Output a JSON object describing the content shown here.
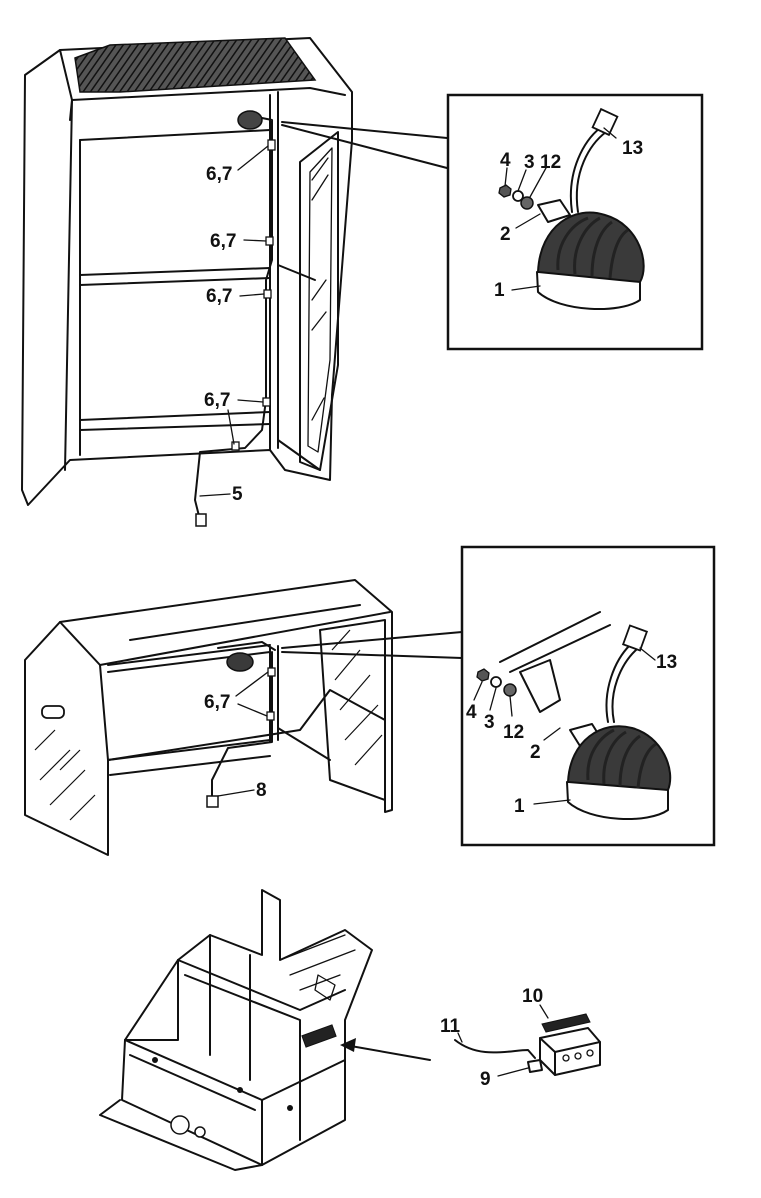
{
  "top_view": {
    "callouts": [
      "6,7",
      "6,7",
      "6,7",
      "6,7",
      "5"
    ],
    "detail": {
      "labels": [
        "4",
        "3",
        "12",
        "13",
        "2",
        "1"
      ]
    }
  },
  "middle_view": {
    "callouts": [
      "6,7",
      "8"
    ],
    "detail": {
      "labels": [
        "4",
        "3",
        "12",
        "2",
        "13",
        "1"
      ]
    }
  },
  "bottom_view": {
    "callouts": [
      "10",
      "11",
      "9"
    ]
  }
}
